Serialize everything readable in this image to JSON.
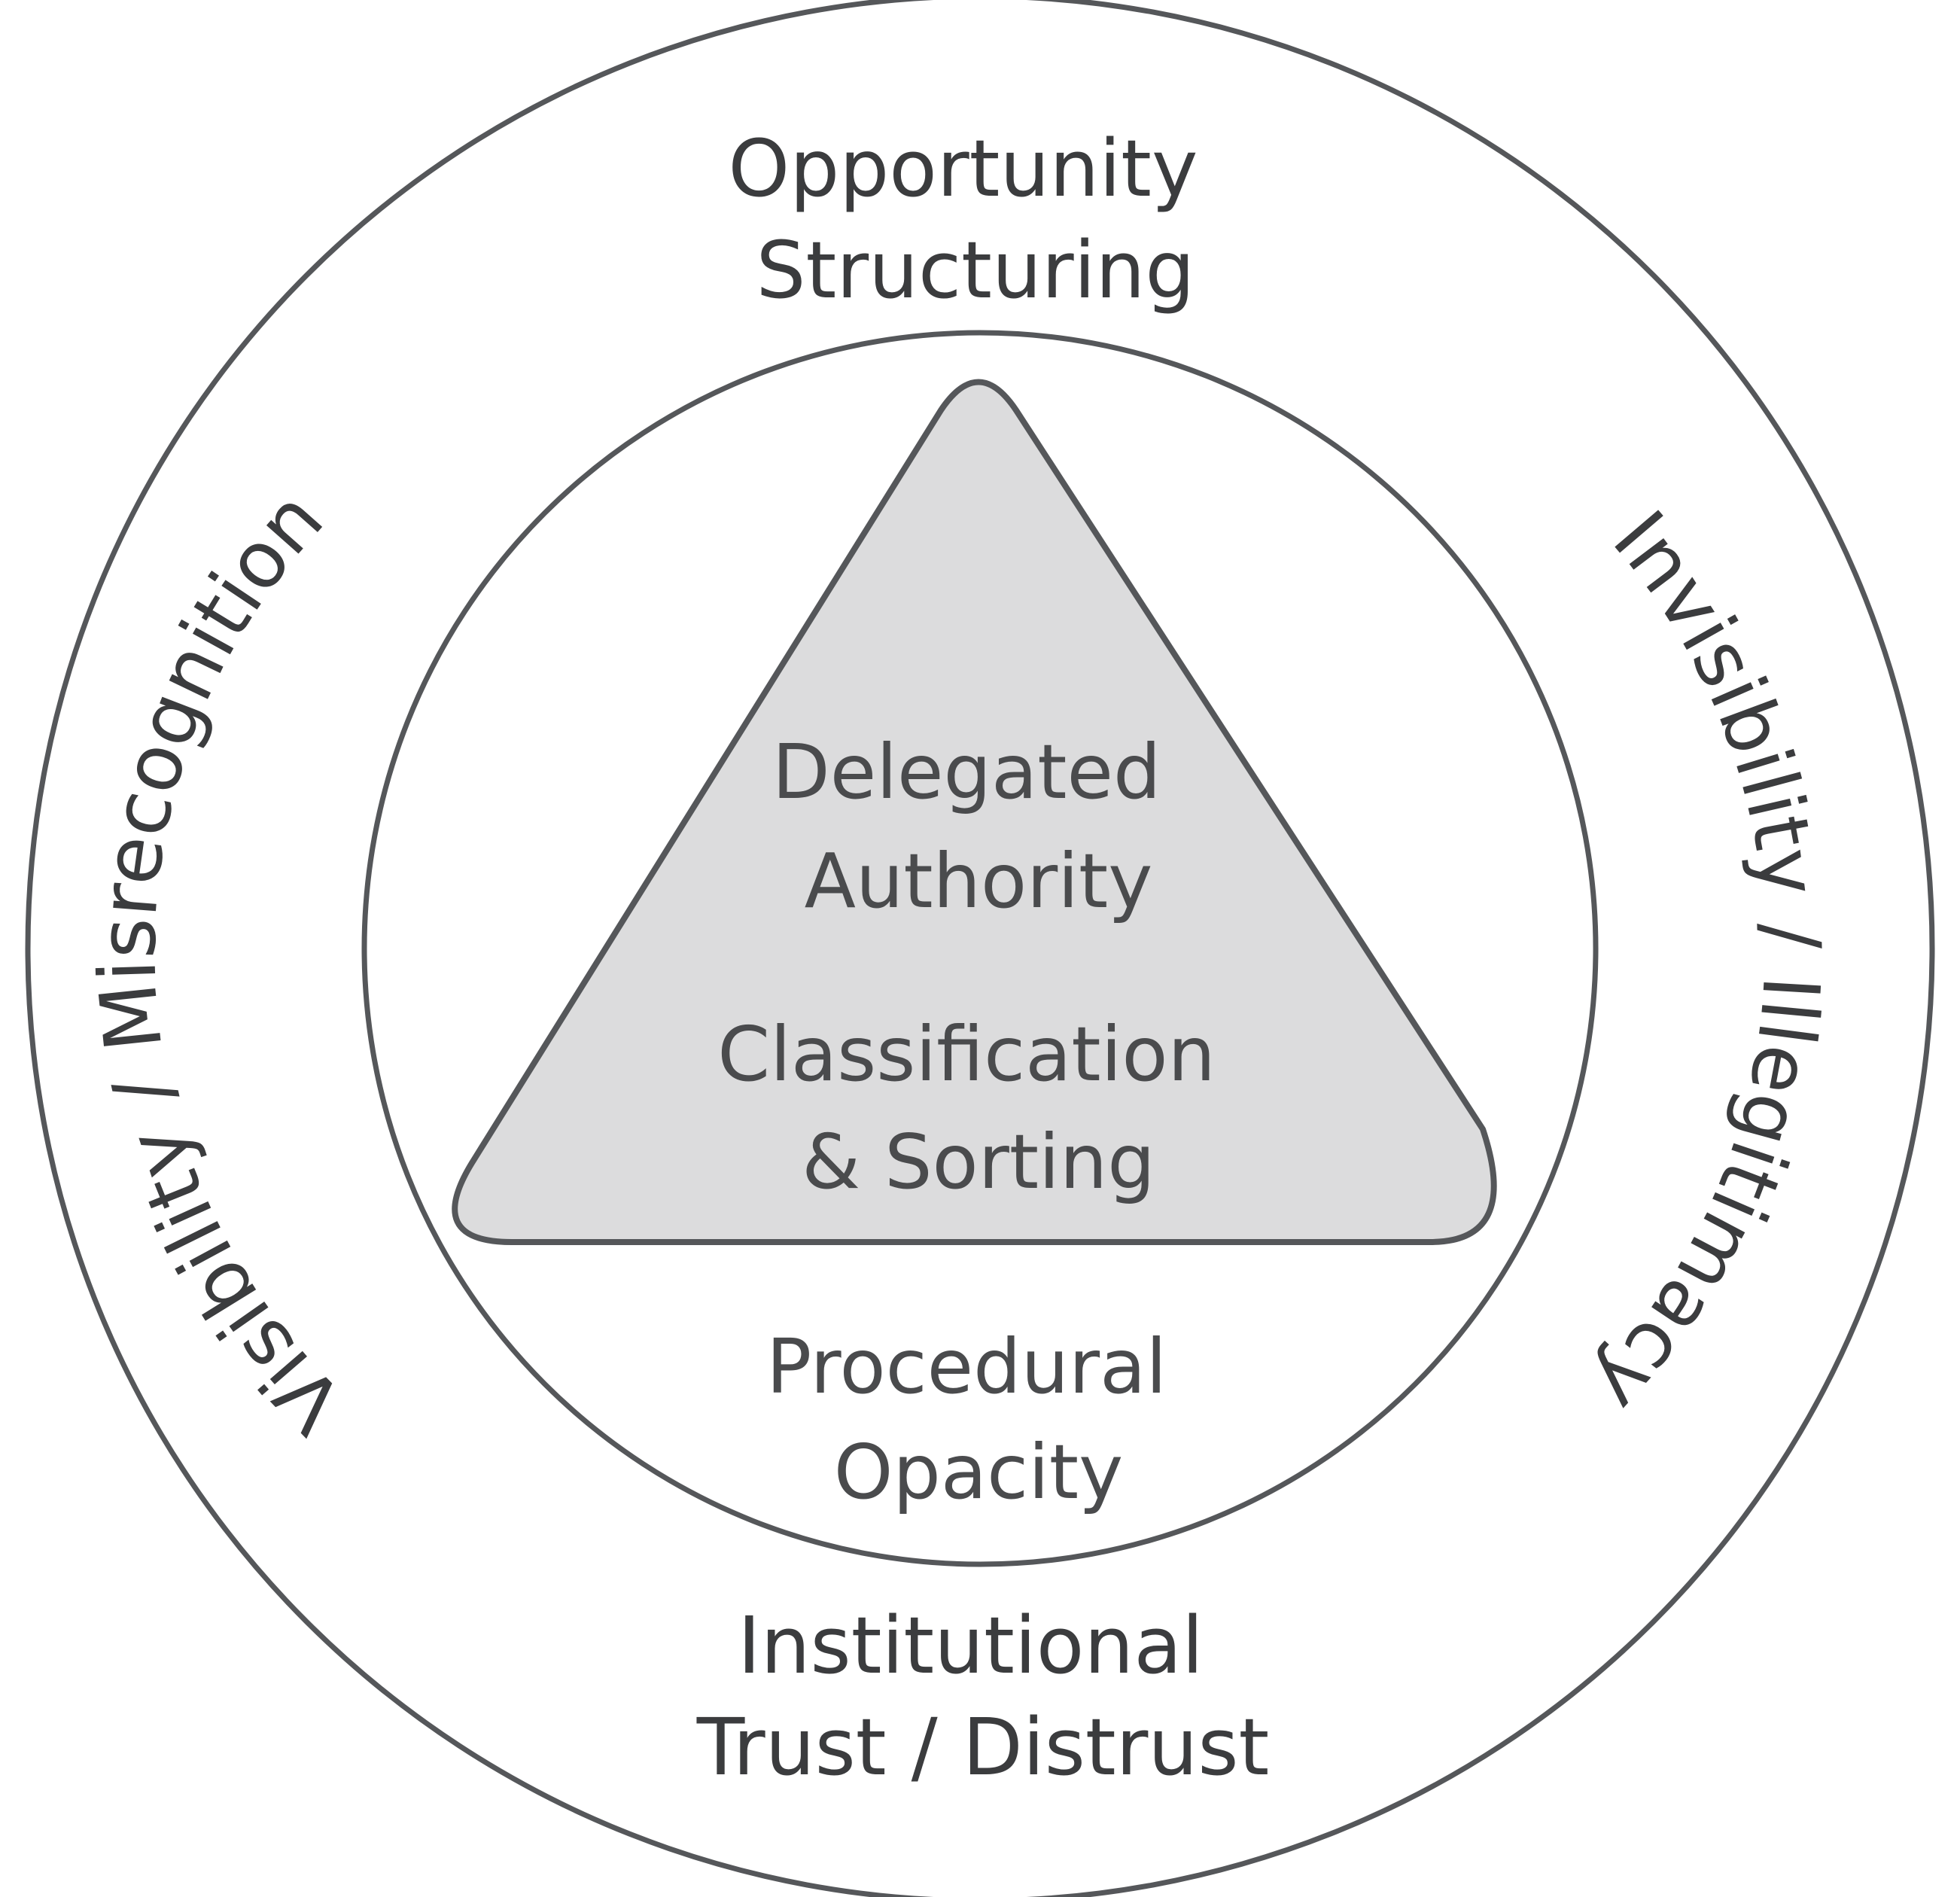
{
  "colors": {
    "stroke": "#55575a",
    "triangle_fill": "#dcdcdd",
    "text": "#3b3c3e",
    "background": "#ffffff"
  },
  "outer_ring": {
    "top_label": [
      "Opportunity",
      "Structuring"
    ],
    "bottom_label": [
      "Institutional",
      "Trust / Distrust"
    ],
    "left_label": "Visibility / Misrecognition",
    "right_label": "Invisibility / Illegitimacy"
  },
  "inner_ring": {
    "bottom_label": [
      "Procedural",
      "Opacity"
    ]
  },
  "triangle": {
    "label_top": [
      "Delegated",
      "Authority"
    ],
    "label_bottom": [
      "Classification",
      "& Sorting"
    ]
  }
}
